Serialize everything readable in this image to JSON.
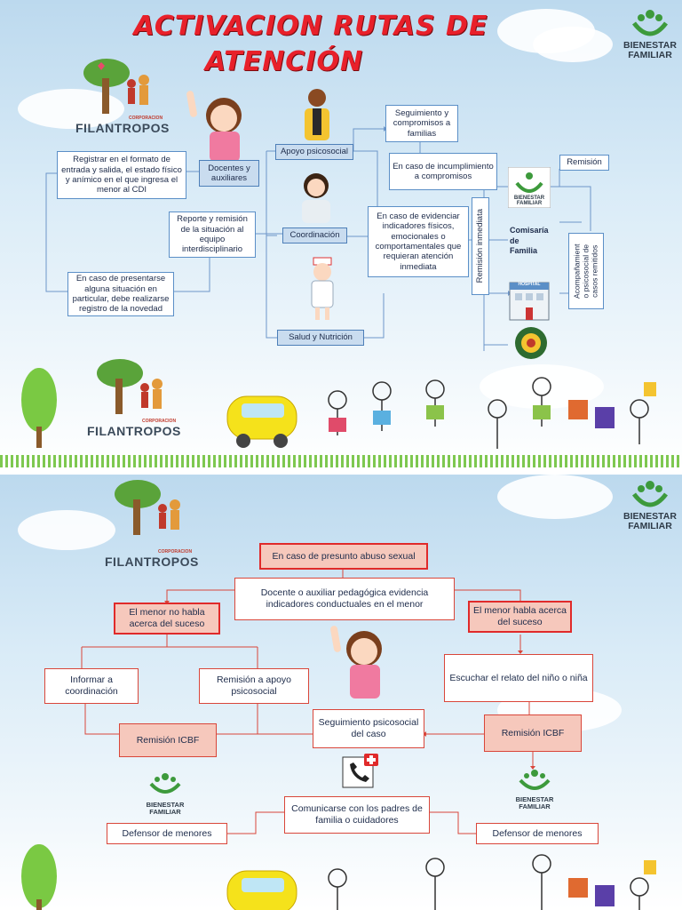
{
  "page1": {
    "title_line1": "ACTIVACION RUTAS DE",
    "title_line2": "ATENCIÓN",
    "logo": {
      "name": "FILANTROPOS",
      "sub": "CORPORACION"
    },
    "bienestar": {
      "line1": "BIENESTAR",
      "line2": "FAMILIAR"
    },
    "boxes": {
      "registrar": "Registrar en el formato de entrada y salida, el estado físico y anímico en el que ingresa el menor al CDI",
      "docentes": "Docentes y auxiliares",
      "reporte": "Reporte y remisión de la situación al equipo interdisciplinario",
      "en_caso_presentarse": "En caso de presentarse alguna situación en particular, debe realizarse registro de la novedad",
      "apoyo": "Apoyo psicosocial",
      "coordinacion": "Coordinación",
      "salud": "Salud y Nutrición",
      "seguimiento": "Seguimiento y compromisos a familias",
      "incumplimiento": "En caso de incumplimiento a compromisos",
      "evidenciar": "En caso de evidenciar indicadores físicos, emocionales o comportamentales que requieran atención inmediata",
      "remision_inmediata": "Remisión inmediata",
      "remision": "Remisión",
      "comisaria": "Comisaría de Familia",
      "acompanamiento": "Acompañamient o psicosocial de casos remitidos",
      "hospital": "HOSPITAL"
    }
  },
  "page2": {
    "logo": {
      "name": "FILANTROPOS",
      "sub": "CORPORACION"
    },
    "bienestar": {
      "line1": "BIENESTAR",
      "line2": "FAMILIAR"
    },
    "boxes": {
      "abuso": "En caso de presunto abuso sexual",
      "docente_evidencia": "Docente o auxiliar pedagógica evidencia indicadores conductuales en el menor",
      "no_habla": "El menor no habla acerca del suceso",
      "habla": "El menor habla acerca del suceso",
      "informar": "Informar a coordinación",
      "remision_apoyo": "Remisión a apoyo psicosocial",
      "escuchar": "Escuchar el relato del niño o niña",
      "remision_icbf_left": "Remisión ICBF",
      "remision_icbf_right": "Remisión ICBF",
      "seguimiento": "Seguimiento psicosocial del caso",
      "comunicarse": "Comunicarse con los padres de familia o cuidadores",
      "defensor_left": "Defensor de menores",
      "defensor_right": "Defensor de menores"
    }
  },
  "colors": {
    "title": "#e8202a",
    "box_border": "#5b8fc7",
    "box_fill_blue": "#c9dcef",
    "red_border": "#e02a2a",
    "pink_fill": "#f6c8bc"
  }
}
